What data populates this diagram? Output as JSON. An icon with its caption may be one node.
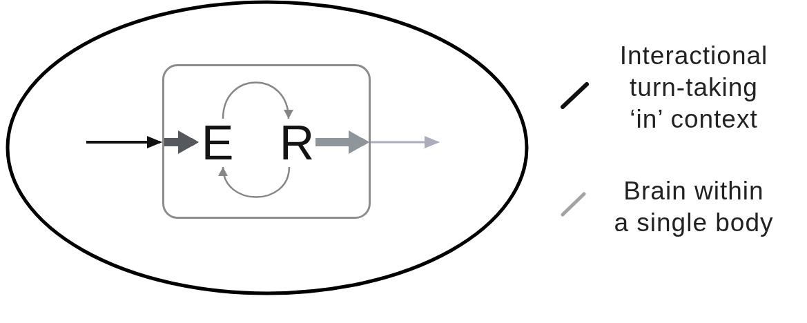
{
  "diagram": {
    "nodes": [
      {
        "text": [],
        "shape": "ellipse"
      },
      {
        "text": [],
        "shape": "box",
        "in": 0
      },
      {
        "text": [
          "E"
        ],
        "in": 1
      },
      {
        "text": [
          "R"
        ],
        "in": 1
      }
    ],
    "edges": [
      {
        "from": null,
        "to": 1,
        "arrow": "to",
        "color": "#111111"
      },
      {
        "from": null,
        "to": 2,
        "arrow": "to",
        "style": "thick",
        "color": "#55595d"
      },
      {
        "from": 2,
        "to": 3,
        "arrow": "to"
      },
      {
        "from": 3,
        "to": 2,
        "arrow": "to"
      },
      {
        "from": 3,
        "to": null,
        "arrow": "to",
        "style": "thick",
        "color": "#8e969c"
      },
      {
        "from": 1,
        "to": null,
        "arrow": "to",
        "color": "#a9adbb"
      }
    ],
    "legend": [
      {
        "text": "Interactional turn-taking ‘in’ context"
      },
      {
        "text": "Brain within a single body"
      }
    ]
  }
}
